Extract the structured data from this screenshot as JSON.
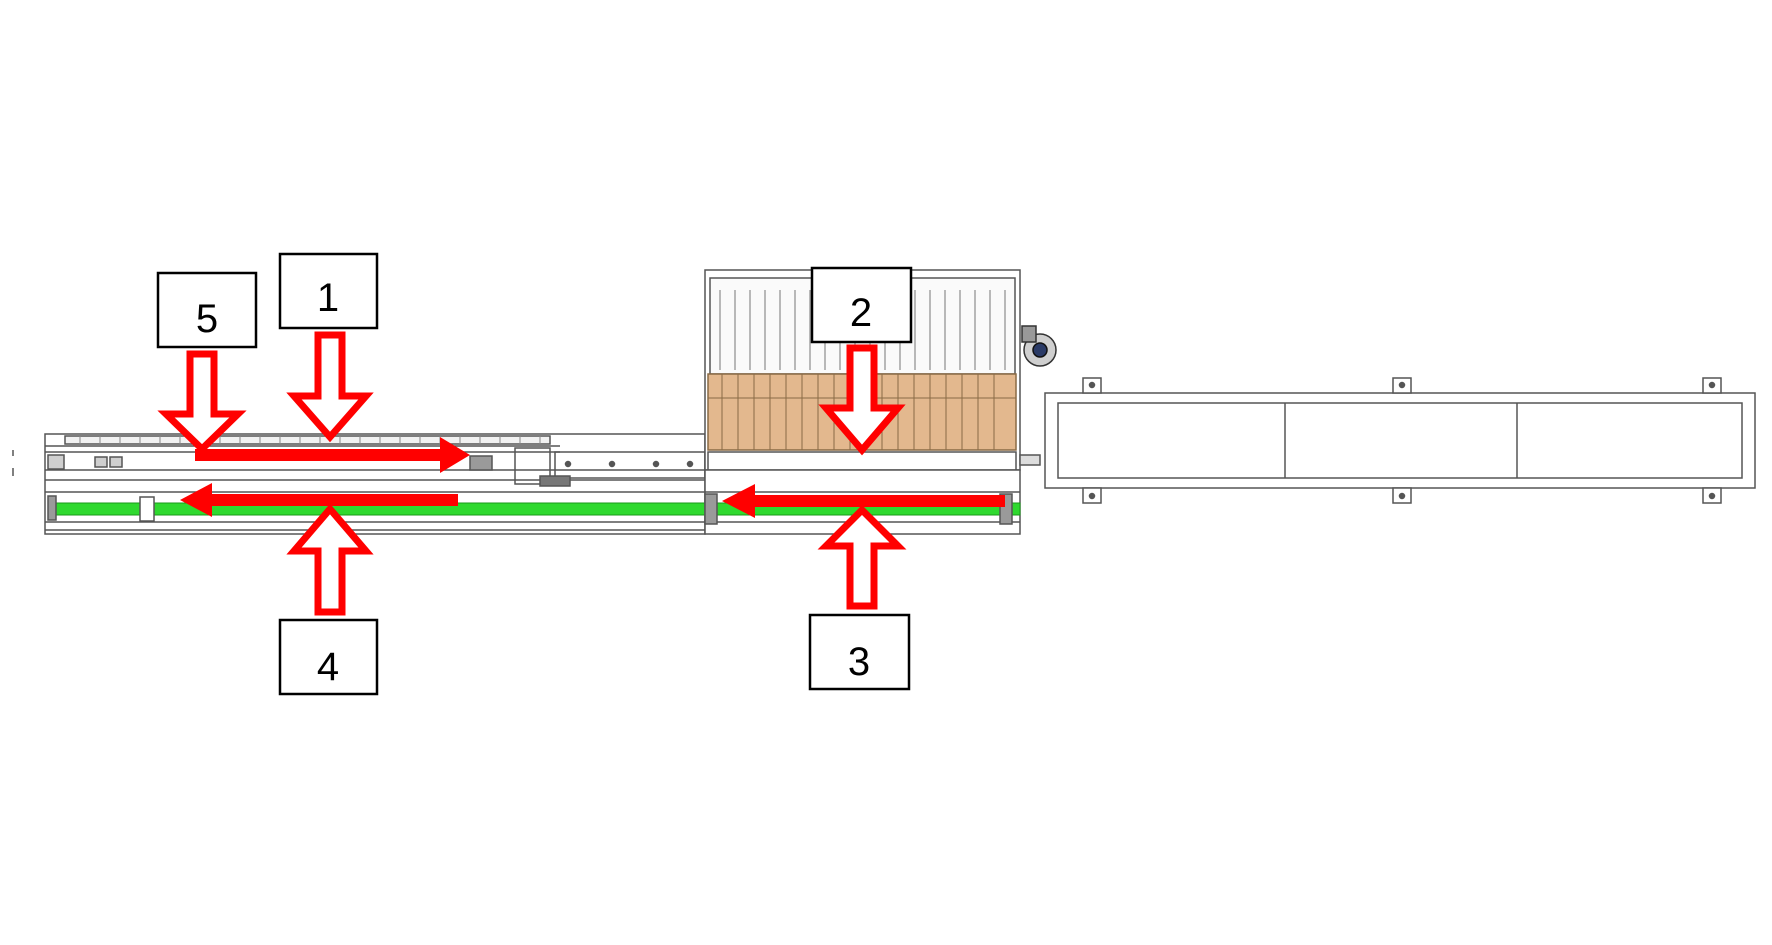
{
  "diagram": {
    "callouts": [
      {
        "id": "1",
        "label": "1"
      },
      {
        "id": "2",
        "label": "2"
      },
      {
        "id": "3",
        "label": "3"
      },
      {
        "id": "4",
        "label": "4"
      },
      {
        "id": "5",
        "label": "5"
      }
    ],
    "colors": {
      "arrow": "#ff0000",
      "belt": "#2fd92f",
      "wood": "#e3b88e",
      "line": "#555555"
    }
  }
}
